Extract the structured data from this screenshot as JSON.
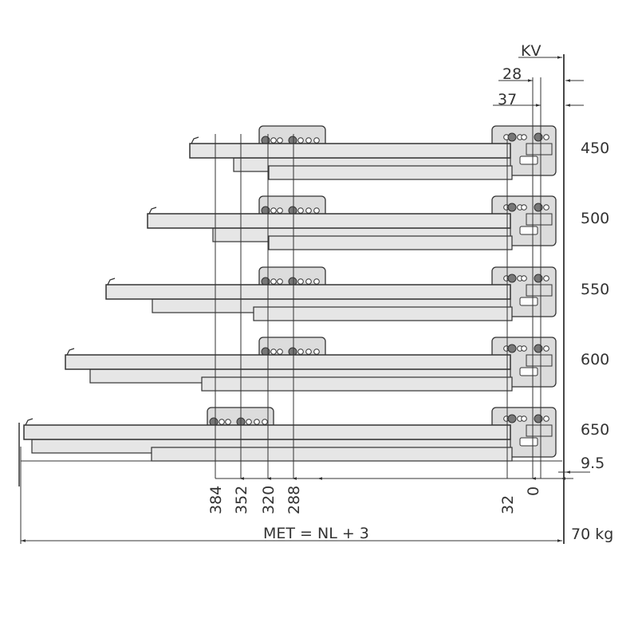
{
  "top_dims": {
    "kv": "KV",
    "d28": "28",
    "d37": "37"
  },
  "rows": [
    {
      "label": "450"
    },
    {
      "label": "500"
    },
    {
      "label": "550"
    },
    {
      "label": "600"
    },
    {
      "label": "650"
    }
  ],
  "side_dims": {
    "d9_5": "9.5",
    "load": "70 kg"
  },
  "bottom_dims": [
    "384",
    "352",
    "320",
    "288",
    "32",
    "0"
  ],
  "met_formula": "MET = NL + 3",
  "colors": {
    "line": "#333333",
    "rail": "#e6e6e6",
    "bracket": "#dcdcdc",
    "hole": "#777777"
  }
}
